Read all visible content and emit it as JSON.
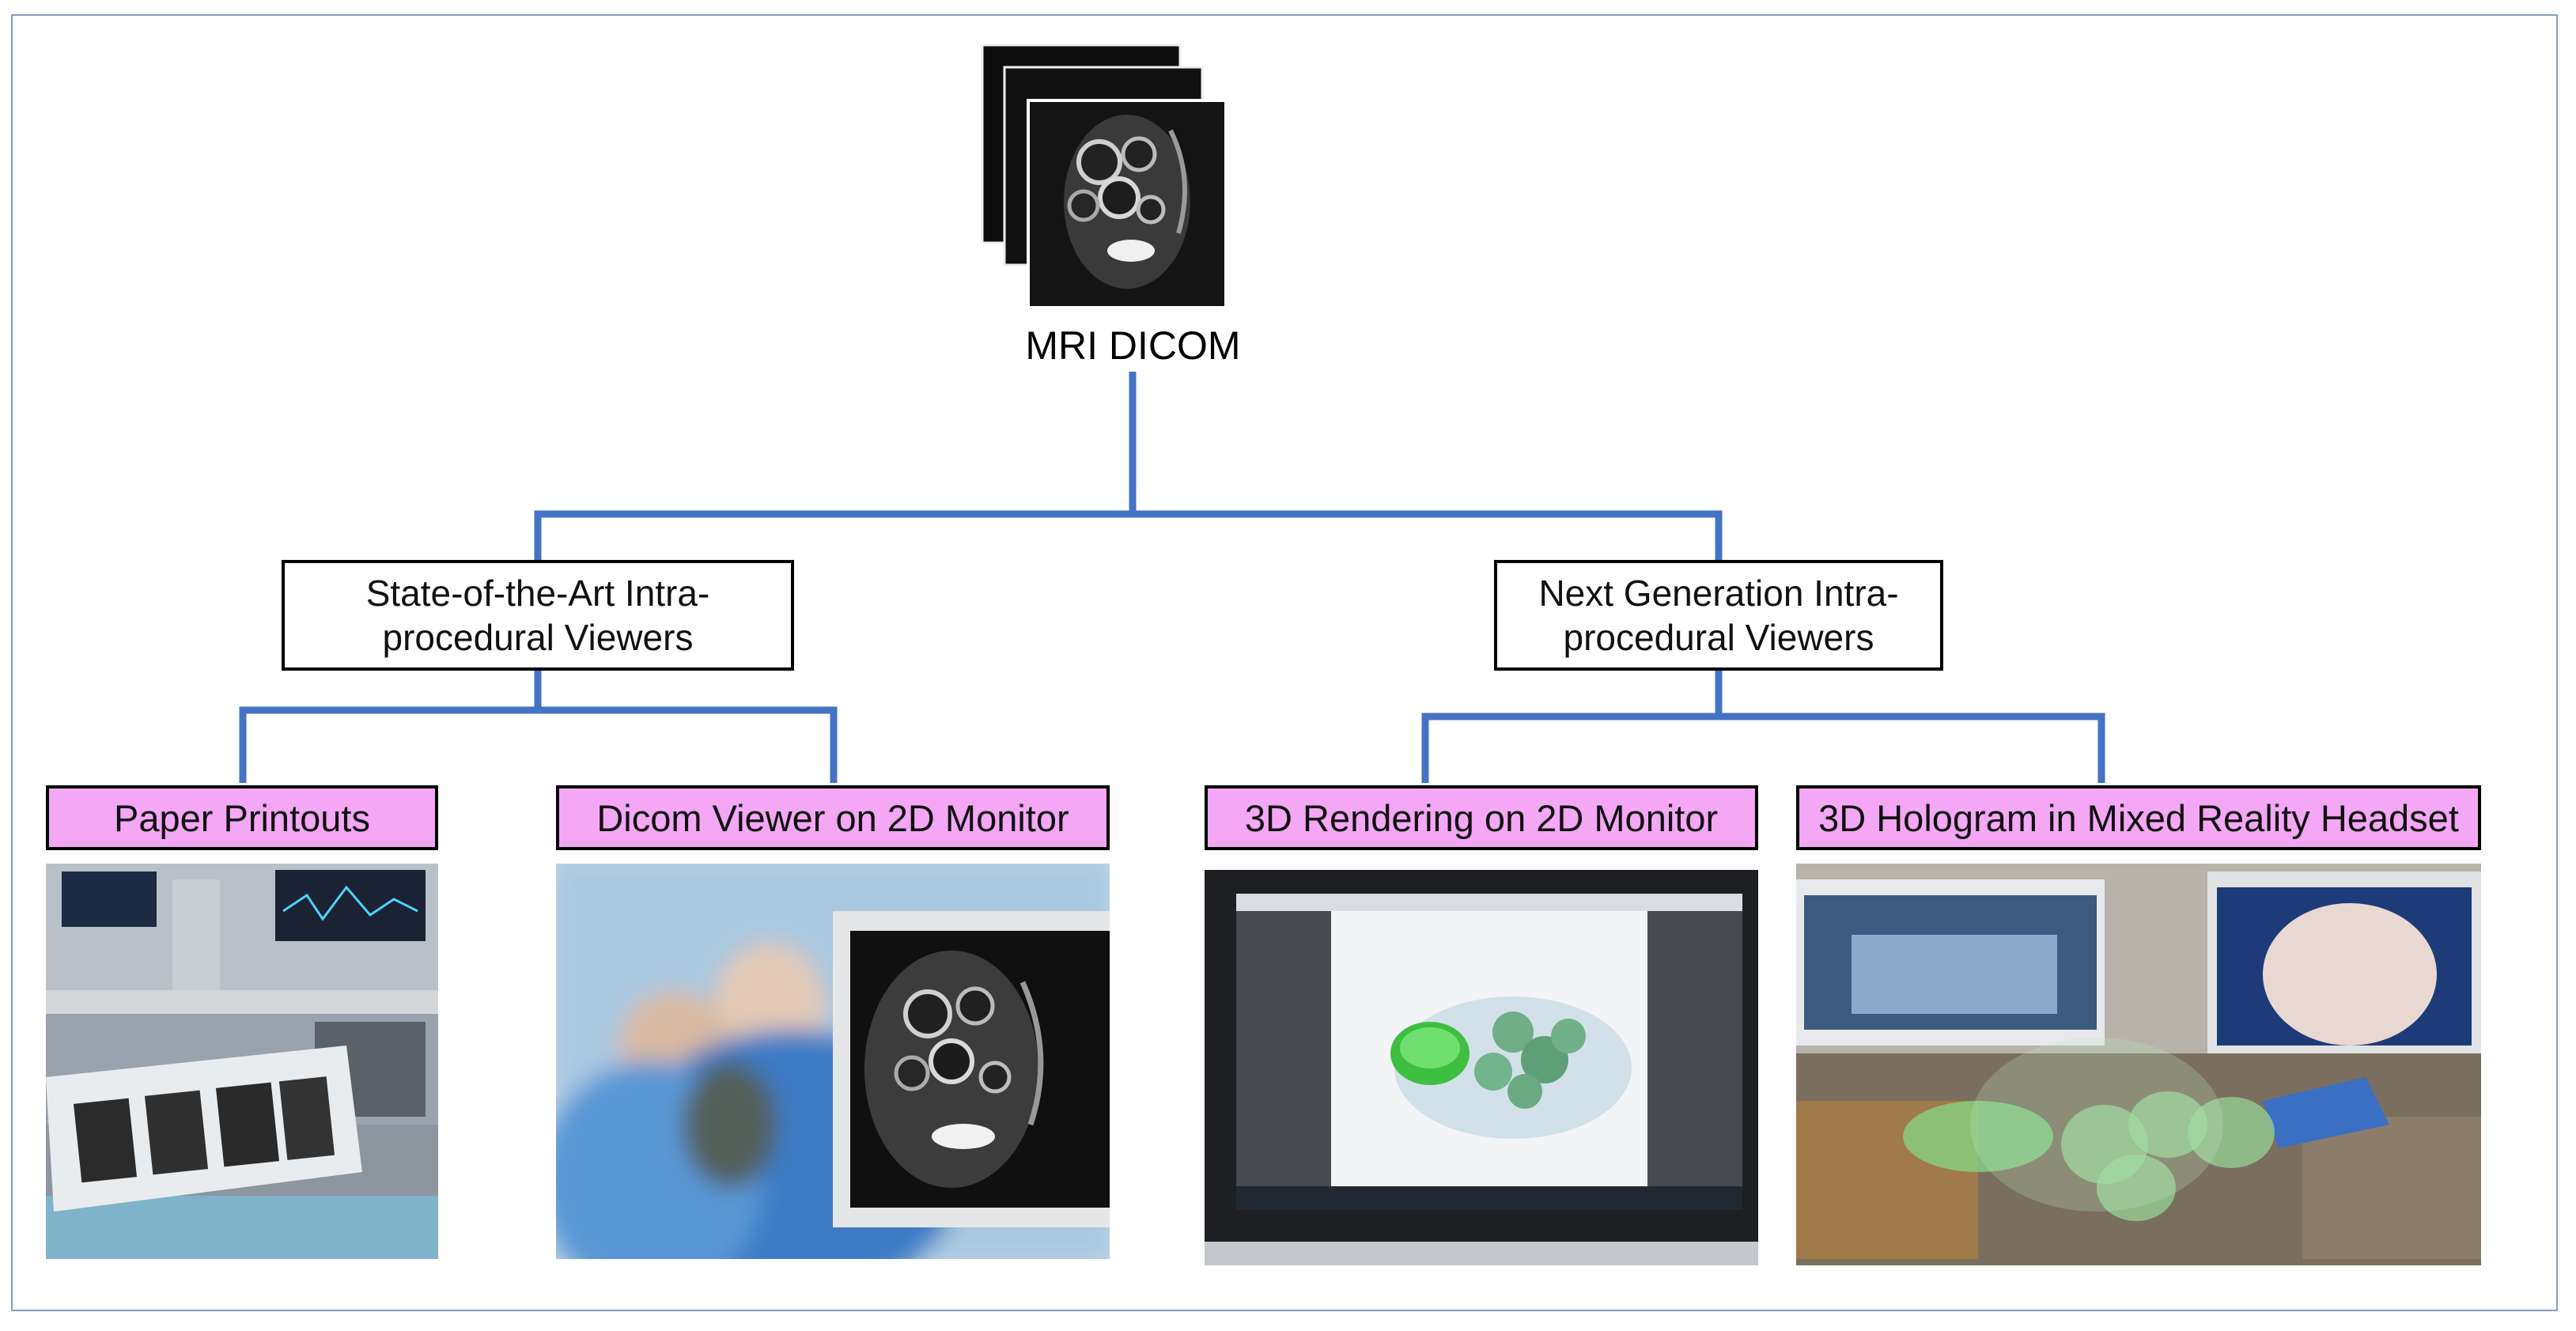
{
  "root": {
    "label": "MRI DICOM"
  },
  "groups": [
    {
      "label": "State-of-the-Art Intra-procedural Viewers",
      "line1": "State-of-the-Art Intra-",
      "line2": "procedural Viewers"
    },
    {
      "label": "Next Generation Intra-procedural Viewers",
      "line1": "Next Generation Intra-",
      "line2": "procedural Viewers"
    }
  ],
  "leaves": [
    {
      "label": "Paper Printouts"
    },
    {
      "label": "Dicom Viewer on 2D Monitor"
    },
    {
      "label": "3D Rendering on 2D Monitor"
    },
    {
      "label": "3D Hologram in Mixed Reality Headset"
    }
  ],
  "colors": {
    "connector": "#4472c4",
    "leaf_fill": "#f3a7f5",
    "frame": "#8a9bbd"
  }
}
